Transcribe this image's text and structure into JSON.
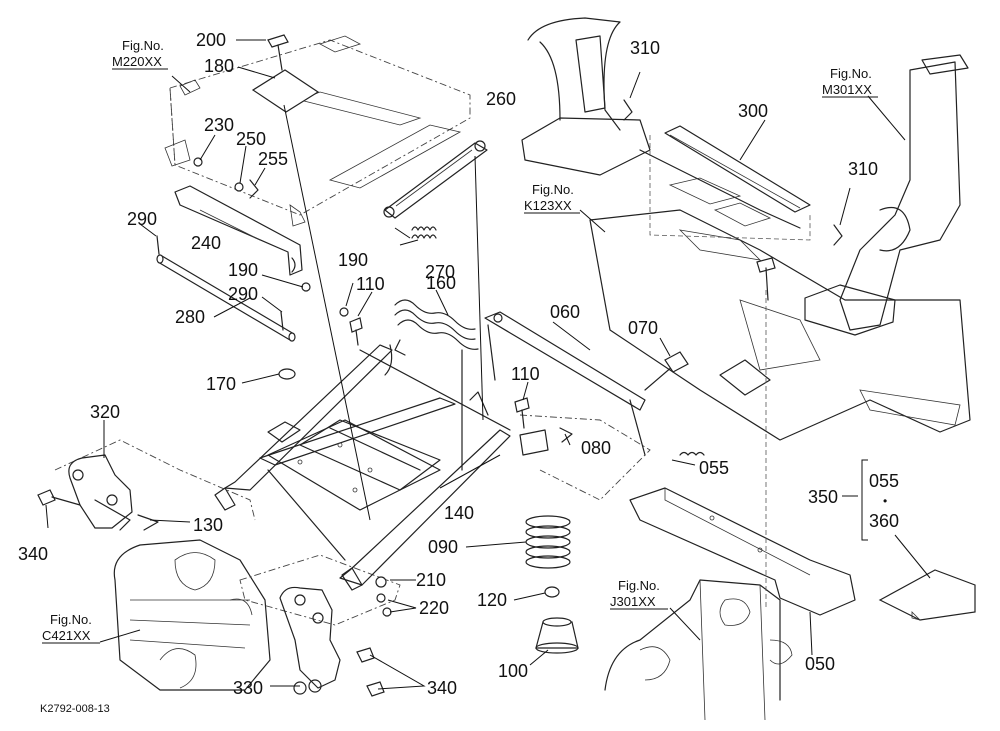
{
  "labels": [
    {
      "id": "200",
      "text": "200"
    },
    {
      "id": "180",
      "text": "180"
    },
    {
      "id": "230",
      "text": "230"
    },
    {
      "id": "250",
      "text": "250"
    },
    {
      "id": "255",
      "text": "255"
    },
    {
      "id": "240",
      "text": "240"
    },
    {
      "id": "290a",
      "text": "290"
    },
    {
      "id": "190a",
      "text": "190"
    },
    {
      "id": "290b",
      "text": "290"
    },
    {
      "id": "280",
      "text": "280"
    },
    {
      "id": "190b",
      "text": "190"
    },
    {
      "id": "110a",
      "text": "110"
    },
    {
      "id": "160",
      "text": "160"
    },
    {
      "id": "260",
      "text": "260"
    },
    {
      "id": "270",
      "text": "270"
    },
    {
      "id": "170",
      "text": "170"
    },
    {
      "id": "060",
      "text": "060"
    },
    {
      "id": "070",
      "text": "070"
    },
    {
      "id": "110b",
      "text": "110"
    },
    {
      "id": "080",
      "text": "080"
    },
    {
      "id": "055a",
      "text": "055"
    },
    {
      "id": "320",
      "text": "320"
    },
    {
      "id": "130",
      "text": "130"
    },
    {
      "id": "340a",
      "text": "340"
    },
    {
      "id": "140",
      "text": "140"
    },
    {
      "id": "090",
      "text": "090"
    },
    {
      "id": "210",
      "text": "210"
    },
    {
      "id": "220",
      "text": "220"
    },
    {
      "id": "120",
      "text": "120"
    },
    {
      "id": "100",
      "text": "100"
    },
    {
      "id": "330",
      "text": "330"
    },
    {
      "id": "340b",
      "text": "340"
    },
    {
      "id": "310a",
      "text": "310"
    },
    {
      "id": "300",
      "text": "300"
    },
    {
      "id": "310b",
      "text": "310"
    },
    {
      "id": "350",
      "text": "350"
    },
    {
      "id": "055b",
      "text": "055"
    },
    {
      "id": "360",
      "text": "360"
    },
    {
      "id": "050",
      "text": "050"
    }
  ],
  "figure_refs": [
    {
      "id": "m220",
      "caption": "Fig.No.",
      "code": "M220XX"
    },
    {
      "id": "m301",
      "caption": "Fig.No.",
      "code": "M301XX"
    },
    {
      "id": "k123",
      "caption": "Fig.No.",
      "code": "K123XX"
    },
    {
      "id": "c421",
      "caption": "Fig.No.",
      "code": "C421XX"
    },
    {
      "id": "j301",
      "caption": "Fig.No.",
      "code": "J301XX"
    }
  ],
  "group_dot": "•",
  "drawing_code": "K2792-008-13"
}
